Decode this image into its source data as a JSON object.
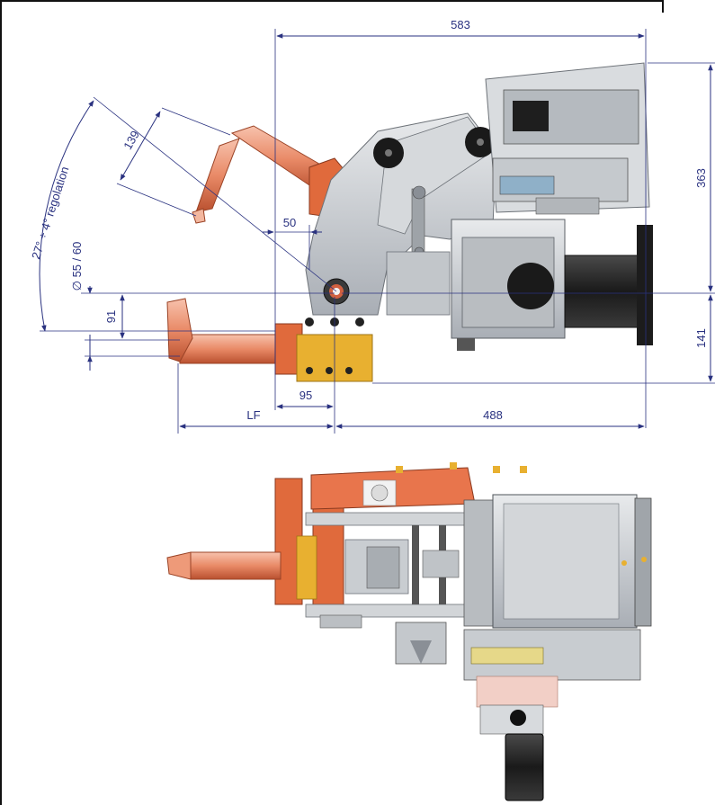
{
  "dimensions": {
    "overall_width": "583",
    "height_upper": "363",
    "height_lower": "141",
    "arm_length": "139",
    "offset_50": "50",
    "diameter": "∅ 55 / 60",
    "height_91": "91",
    "width_95": "95",
    "lf": "LF",
    "width_488": "488",
    "angle": "27° ÷ 4° regolation"
  },
  "colors": {
    "dimension": "#2a3280",
    "copper": "#e0734a",
    "copper_light": "#f0a58a",
    "gold": "#e8b030",
    "steel": "#c8ccd0",
    "steel_dark": "#8a8f96",
    "black": "#1a1a1a"
  }
}
